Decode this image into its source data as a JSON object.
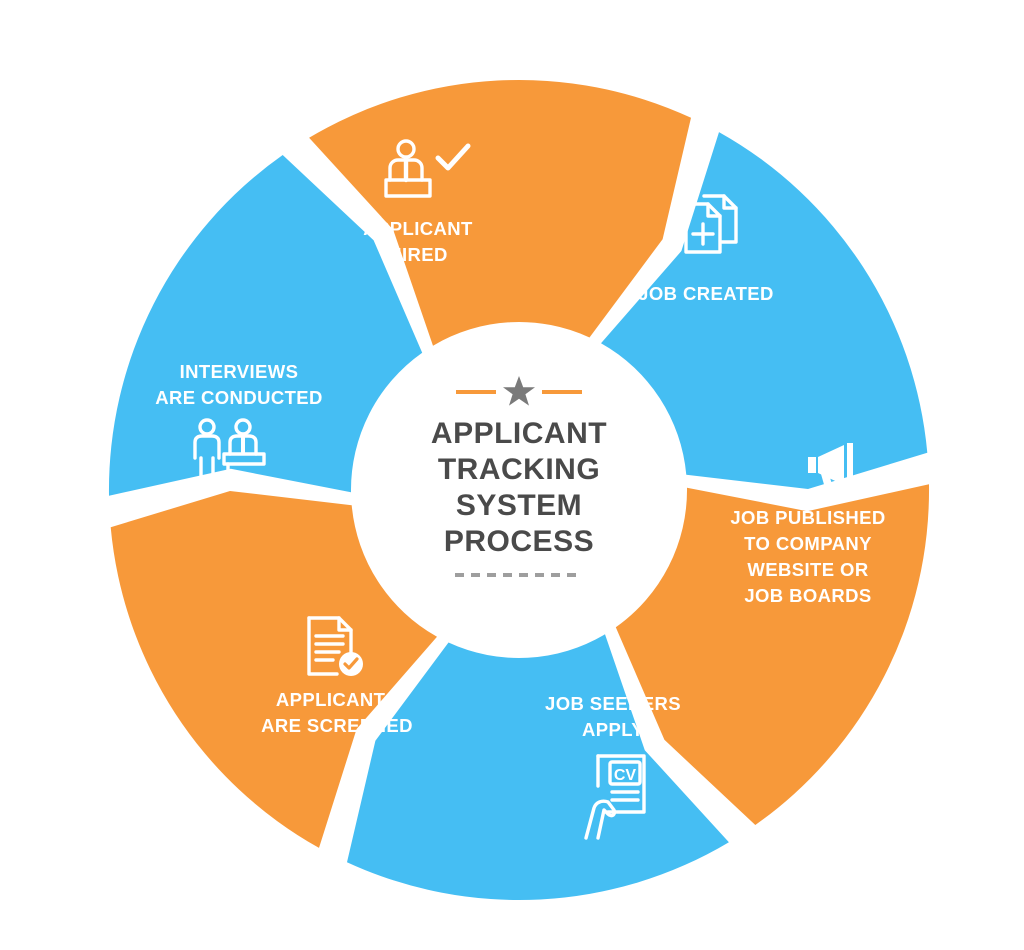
{
  "center": {
    "title_lines": [
      "APPLICANT",
      "TRACKING",
      "SYSTEM",
      "PROCESS"
    ]
  },
  "colors": {
    "orange": "#F7993A",
    "blue": "#45BEF3",
    "title": "#4A4A4A",
    "accent": "#F7993A",
    "star": "#7A7A7A",
    "dash": "#9E9E9E"
  },
  "steps": [
    {
      "id": "job-created",
      "lines": [
        "JOB CREATED"
      ],
      "icon": "document-add-icon",
      "color": "blue"
    },
    {
      "id": "job-published",
      "lines": [
        "JOB PUBLISHED",
        "TO COMPANY",
        "WEBSITE OR",
        "JOB BOARDS"
      ],
      "icon": "megaphone-icon",
      "color": "orange"
    },
    {
      "id": "job-seekers-apply",
      "lines": [
        "JOB SEEKERS",
        "APPLY"
      ],
      "icon": "cv-hand-icon",
      "color": "blue"
    },
    {
      "id": "applicants-screened",
      "lines": [
        "APPLICANTS",
        "ARE SCREENED"
      ],
      "icon": "document-check-icon",
      "color": "orange"
    },
    {
      "id": "interviews-conducted",
      "lines": [
        "INTERVIEWS",
        "ARE CONDUCTED"
      ],
      "icon": "interview-people-icon",
      "color": "blue"
    },
    {
      "id": "applicant-hired",
      "lines": [
        "APPLICANT",
        "HIRED"
      ],
      "icon": "hired-person-check-icon",
      "color": "orange"
    }
  ],
  "icons": {
    "star": "star-icon",
    "document_add": "document-add-icon",
    "megaphone": "megaphone-icon",
    "cv": "cv-hand-icon",
    "cv_text": "CV",
    "document_check": "document-check-icon",
    "interview": "interview-people-icon",
    "hired": "hired-person-check-icon"
  }
}
